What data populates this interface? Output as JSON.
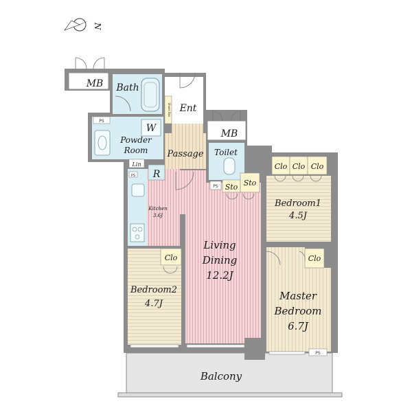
{
  "compass": {
    "north_label": "N"
  },
  "rooms": {
    "mb_left": "MB",
    "bath": "Bath",
    "entrance": "Ent",
    "shoe_box": "Shoes Box",
    "mb_right": "MB",
    "ps_top": "PS",
    "washer": "W",
    "powder_room_1": "Powder",
    "powder_room_2": "Room",
    "passage": "Passage",
    "toilet": "Toilet",
    "linen": "Lin",
    "refrigerator": "R",
    "ps_mid": "PS",
    "ps_sto": "PS",
    "sto_1": "Sto",
    "sto_2": "Sto",
    "clo_b1_1": "Clo",
    "clo_b1_2": "Clo",
    "clo_b1_3": "Clo",
    "kitchen_name": "Kitchen",
    "kitchen_size": "3.6J",
    "bedroom1_name": "Bedroom1",
    "bedroom1_size": "4.5J",
    "living_1": "Living",
    "living_2": "Dining",
    "living_size": "12.2J",
    "clo_b2": "Clo",
    "clo_master": "Clo",
    "bedroom2_name": "Bedroom2",
    "bedroom2_size": "4.7J",
    "master_1": "Master",
    "master_2": "Bedroom",
    "master_size": "6.7J",
    "ps_bottom": "PS",
    "balcony": "Balcony"
  },
  "colors": {
    "wall": "#8c8c8c",
    "living_floor": "#f3cfd3",
    "bedroom_floor": "#f1e7cf",
    "wet_area": "#d6eef4",
    "closet": "#fcf5cf",
    "passage_floor": "#f1dfc6",
    "balcony": "#e4e4e4"
  }
}
